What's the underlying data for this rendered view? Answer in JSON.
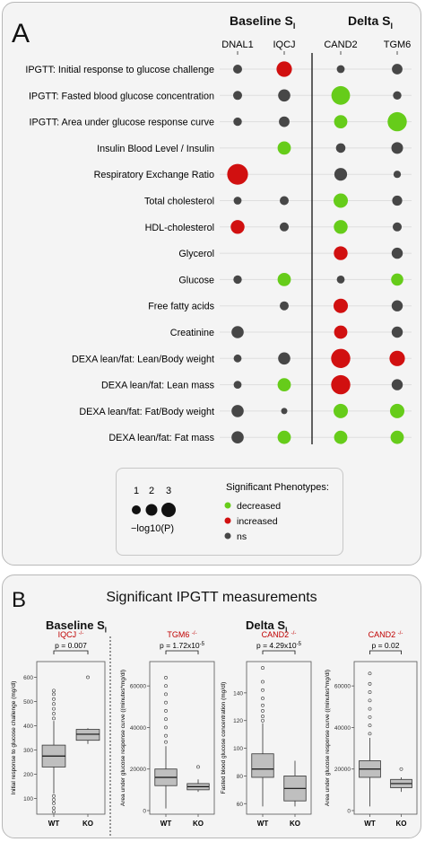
{
  "panel_a": {
    "letter": "A",
    "group_baseline": "Baseline S",
    "group_baseline_sub": "I",
    "group_delta": "Delta S",
    "group_delta_sub": "I",
    "genes": [
      "DNAL1",
      "IQCJ",
      "CAND2",
      "TGM6"
    ],
    "rows": [
      {
        "label": "IPGTT: Initial response to glucose challenge",
        "cells": [
          {
            "v": 1,
            "s": "ns"
          },
          {
            "v": 2.2,
            "s": "increased"
          },
          {
            "v": 0.8,
            "s": "ns"
          },
          {
            "v": 1.3,
            "s": "ns"
          }
        ]
      },
      {
        "label": "IPGTT: Fasted blood glucose concentration",
        "cells": [
          {
            "v": 1,
            "s": "ns"
          },
          {
            "v": 1.6,
            "s": "ns"
          },
          {
            "v": 2.8,
            "s": "decreased"
          },
          {
            "v": 0.9,
            "s": "ns"
          }
        ]
      },
      {
        "label": "IPGTT: Area under glucose response curve",
        "cells": [
          {
            "v": 0.9,
            "s": "ns"
          },
          {
            "v": 1.3,
            "s": "ns"
          },
          {
            "v": 1.8,
            "s": "decreased"
          },
          {
            "v": 2.9,
            "s": "decreased"
          }
        ]
      },
      {
        "label": "Insulin Blood Level / Insulin",
        "cells": [
          null,
          {
            "v": 1.8,
            "s": "decreased"
          },
          {
            "v": 1.1,
            "s": "ns"
          },
          {
            "v": 1.5,
            "s": "ns"
          }
        ]
      },
      {
        "label": "Respiratory Exchange Ratio",
        "cells": [
          {
            "v": 3.2,
            "s": "increased"
          },
          null,
          {
            "v": 1.7,
            "s": "ns"
          },
          {
            "v": 0.7,
            "s": "ns"
          }
        ]
      },
      {
        "label": "Total cholesterol",
        "cells": [
          {
            "v": 0.8,
            "s": "ns"
          },
          {
            "v": 1,
            "s": "ns"
          },
          {
            "v": 2,
            "s": "decreased"
          },
          {
            "v": 1.2,
            "s": "ns"
          }
        ]
      },
      {
        "label": "HDL-cholesterol",
        "cells": [
          {
            "v": 1.9,
            "s": "increased"
          },
          {
            "v": 1,
            "s": "ns"
          },
          {
            "v": 1.9,
            "s": "decreased"
          },
          {
            "v": 1,
            "s": "ns"
          }
        ]
      },
      {
        "label": "Glycerol",
        "cells": [
          null,
          null,
          {
            "v": 1.9,
            "s": "increased"
          },
          {
            "v": 1.4,
            "s": "ns"
          }
        ]
      },
      {
        "label": "Glucose",
        "cells": [
          {
            "v": 0.9,
            "s": "ns"
          },
          {
            "v": 1.8,
            "s": "decreased"
          },
          {
            "v": 0.8,
            "s": "ns"
          },
          {
            "v": 1.6,
            "s": "decreased"
          }
        ]
      },
      {
        "label": "Free fatty acids",
        "cells": [
          null,
          {
            "v": 1,
            "s": "ns"
          },
          {
            "v": 2,
            "s": "increased"
          },
          {
            "v": 1.4,
            "s": "ns"
          }
        ]
      },
      {
        "label": "Creatinine",
        "cells": [
          {
            "v": 1.6,
            "s": "ns"
          },
          null,
          {
            "v": 1.8,
            "s": "increased"
          },
          {
            "v": 1.4,
            "s": "ns"
          }
        ]
      },
      {
        "label": "DEXA lean/fat: Lean/Body weight",
        "cells": [
          {
            "v": 0.8,
            "s": "ns"
          },
          {
            "v": 1.6,
            "s": "ns"
          },
          {
            "v": 2.9,
            "s": "increased"
          },
          {
            "v": 2.2,
            "s": "increased"
          }
        ]
      },
      {
        "label": "DEXA lean/fat: Lean mass",
        "cells": [
          {
            "v": 0.8,
            "s": "ns"
          },
          {
            "v": 1.8,
            "s": "decreased"
          },
          {
            "v": 2.9,
            "s": "increased"
          },
          {
            "v": 1.4,
            "s": "ns"
          }
        ]
      },
      {
        "label": "DEXA lean/fat: Fat/Body weight",
        "cells": [
          {
            "v": 1.6,
            "s": "ns"
          },
          {
            "v": 0.5,
            "s": "ns"
          },
          {
            "v": 2,
            "s": "decreased"
          },
          {
            "v": 2,
            "s": "decreased"
          }
        ]
      },
      {
        "label": "DEXA lean/fat: Fat mass",
        "cells": [
          {
            "v": 1.6,
            "s": "ns"
          },
          {
            "v": 1.8,
            "s": "decreased"
          },
          {
            "v": 1.8,
            "s": "decreased"
          },
          {
            "v": 1.8,
            "s": "decreased"
          }
        ]
      }
    ],
    "size_legend": {
      "values": [
        "1",
        "2",
        "3"
      ],
      "label": "−log10(P)"
    },
    "color_legend": {
      "title": "Significant Phenotypes:",
      "items": [
        {
          "key": "decreased",
          "label": "decreased",
          "color": "#66cc1a"
        },
        {
          "key": "increased",
          "label": "increased",
          "color": "#d11010"
        },
        {
          "key": "ns",
          "label": "ns",
          "color": "#474747"
        }
      ]
    }
  },
  "panel_b": {
    "letter": "B",
    "title": "Significant IPGTT measurements",
    "group_baseline": "Baseline S",
    "group_baseline_sub": "I",
    "group_delta": "Delta S",
    "group_delta_sub": "I",
    "gene_sup": "-/-",
    "xcats": [
      "WT",
      "KO"
    ],
    "boxplots": [
      {
        "gene": "IQCJ",
        "p_base": "p = 0.007",
        "p_exp": "",
        "ylabel": "Initial response to glucose challenge (mg/dl)",
        "yticks": [
          "100",
          "200",
          "300",
          "400",
          "500",
          "600"
        ]
      },
      {
        "gene": "TGM6",
        "p_base": "p = 1.72x10",
        "p_exp": "-5",
        "ylabel": "Area under glucose response curve ((minutes*mg/dl)",
        "yticks": [
          "0",
          "20000",
          "40000",
          "60000"
        ]
      },
      {
        "gene": "CAND2",
        "p_base": "p = 4.29x10",
        "p_exp": "-5",
        "ylabel": "Fasted blood glucose concentration (mg/dl)",
        "yticks": [
          "60",
          "80",
          "100",
          "120",
          "140"
        ]
      },
      {
        "gene": "CAND2",
        "p_base": "p = 0.02",
        "p_exp": "",
        "ylabel": "Area under glucose response curve ((minutes*mg/dl)",
        "yticks": [
          "0",
          "20000",
          "40000",
          "60000"
        ]
      }
    ]
  },
  "chart_data": [
    {
      "type": "box",
      "x": [
        "WT",
        "KO"
      ],
      "ylabel": "Initial response to glucose challenge (mg/dl)",
      "ylim": [
        50,
        650
      ],
      "boxes": [
        {
          "cat": "WT",
          "q1": 230,
          "median": 275,
          "q3": 320,
          "whisker_low": 120,
          "whisker_high": 420
        },
        {
          "cat": "KO",
          "q1": 340,
          "median": 365,
          "q3": 385,
          "whisker_low": 325,
          "whisker_high": 390
        }
      ],
      "outliers": {
        "WT": [
          45,
          60,
          80,
          95,
          110,
          430,
          450,
          470,
          490,
          510,
          530,
          545
        ],
        "KO": [
          600
        ]
      }
    },
    {
      "type": "box",
      "x": [
        "WT",
        "KO"
      ],
      "ylabel": "Area under glucose response curve ((minutes*mg/dl)",
      "ylim": [
        0,
        70000
      ],
      "boxes": [
        {
          "cat": "WT",
          "q1": 12000,
          "median": 16000,
          "q3": 20000,
          "whisker_low": 1000,
          "whisker_high": 31000
        },
        {
          "cat": "KO",
          "q1": 10000,
          "median": 11500,
          "q3": 13000,
          "whisker_low": 9000,
          "whisker_high": 15000
        }
      ],
      "outliers": {
        "WT": [
          33000,
          36000,
          40000,
          44000,
          48000,
          52000,
          56000,
          60000,
          64000
        ],
        "KO": [
          21000
        ]
      }
    },
    {
      "type": "box",
      "x": [
        "WT",
        "KO"
      ],
      "ylabel": "Fasted blood glucose concentration (mg/dl)",
      "ylim": [
        55,
        160
      ],
      "boxes": [
        {
          "cat": "WT",
          "q1": 79,
          "median": 85,
          "q3": 96,
          "whisker_low": 58,
          "whisker_high": 118
        },
        {
          "cat": "KO",
          "q1": 62,
          "median": 71,
          "q3": 80,
          "whisker_low": 58,
          "whisker_high": 91
        }
      ],
      "outliers": {
        "WT": [
          120,
          123,
          127,
          131,
          136,
          142,
          148,
          158
        ],
        "KO": []
      }
    },
    {
      "type": "box",
      "x": [
        "WT",
        "KO"
      ],
      "ylabel": "Area under glucose response curve ((minutes*mg/dl)",
      "ylim": [
        0,
        70000
      ],
      "boxes": [
        {
          "cat": "WT",
          "q1": 16000,
          "median": 20000,
          "q3": 24000,
          "whisker_low": 2000,
          "whisker_high": 35000
        },
        {
          "cat": "KO",
          "q1": 11000,
          "median": 13000,
          "q3": 15000,
          "whisker_low": 9000,
          "whisker_high": 16000
        }
      ],
      "outliers": {
        "WT": [
          37000,
          41000,
          45000,
          49000,
          53000,
          57000,
          61000,
          66000
        ],
        "KO": [
          20000
        ]
      }
    }
  ]
}
